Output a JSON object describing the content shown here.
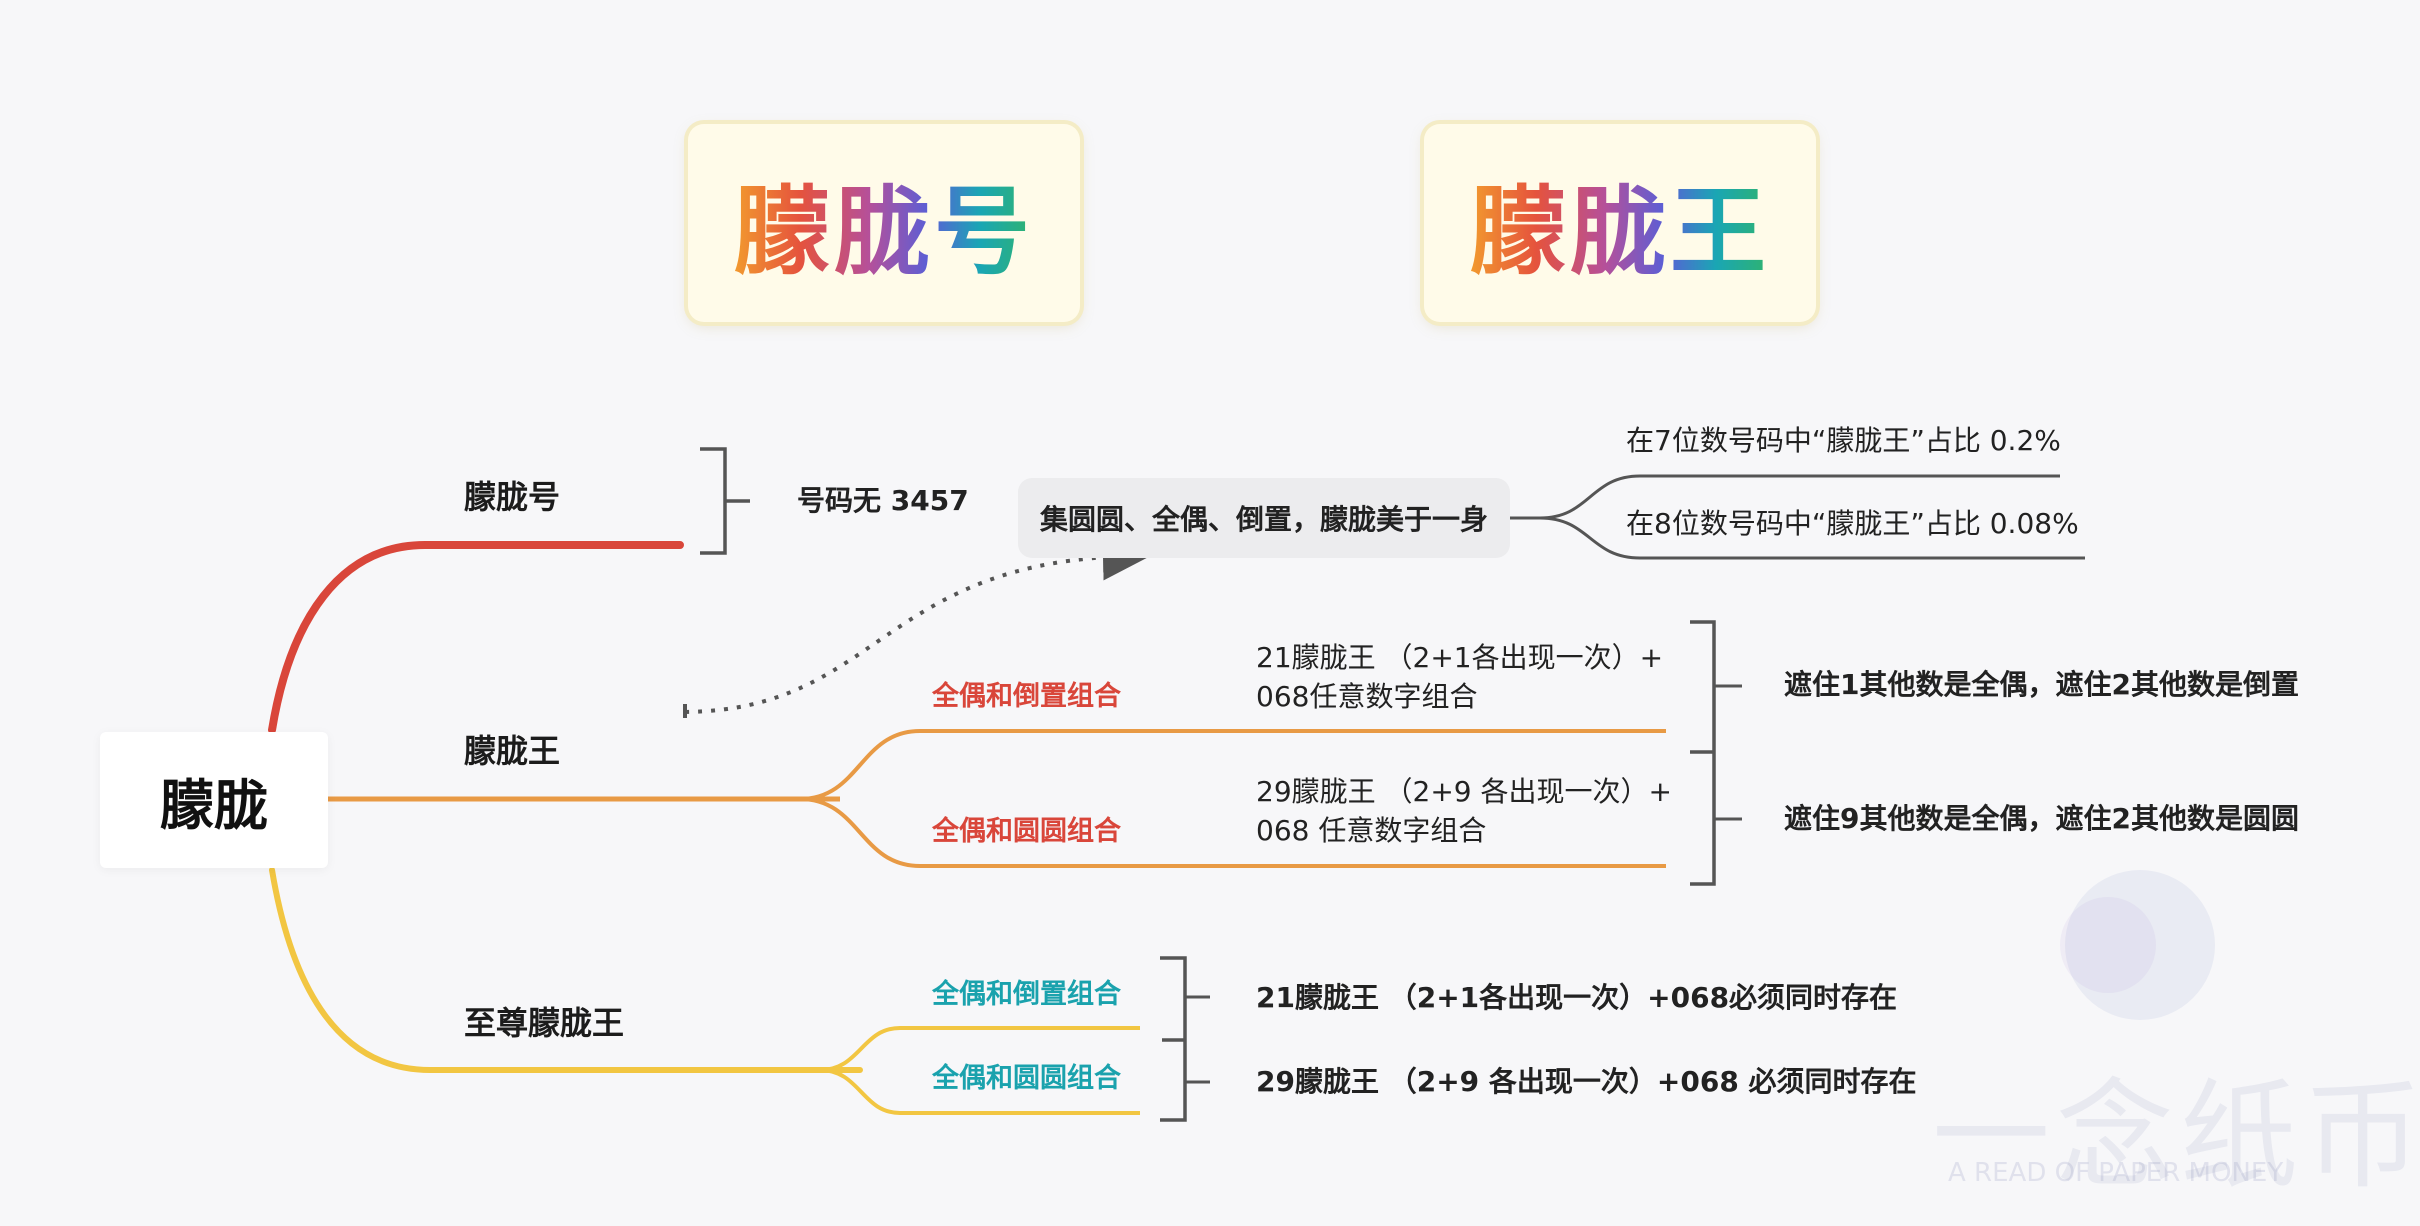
{
  "cards": {
    "card1_title": "朦胧号",
    "card2_title": "朦胧王"
  },
  "root": {
    "label": "朦胧"
  },
  "branches": {
    "b1": {
      "label": "朦胧号",
      "desc": "号码无 3457"
    },
    "b2": {
      "label": "朦胧王",
      "summary": "集圆圆、全偶、倒置，朦胧美于一身",
      "stats": [
        "在7位数号码中“朦胧王”占比 0.2%",
        "在8位数号码中“朦胧王”占比 0.08%"
      ],
      "sub1": {
        "label": "全偶和倒置组合",
        "desc_line1": "21朦胧王 （2+1各出现一次）+",
        "desc_line2": "068任意数字组合"
      },
      "sub2": {
        "label": "全偶和圆圆组合",
        "desc_line1": "29朦胧王 （2+9 各出现一次）+",
        "desc_line2": "068 任意数字组合"
      },
      "note1": "遮住1其他数是全偶，遮住2其他数是倒置",
      "note2": "遮住9其他数是全偶，遮住2其他数是圆圆"
    },
    "b3": {
      "label": "至尊朦胧王",
      "sub1": {
        "label": "全偶和倒置组合",
        "desc": "21朦胧王 （2+1各出现一次）+068必须同时存在"
      },
      "sub2": {
        "label": "全偶和圆圆组合",
        "desc": "29朦胧王 （2+9 各出现一次）+068 必须同时存在"
      }
    }
  },
  "watermark": {
    "cn": "一念纸币",
    "en": "A READ OF PAPER MONEY"
  },
  "colors": {
    "red": "#d9463a",
    "orange": "#e89a45",
    "yellow": "#f2c642",
    "teal": "#1aa2ad",
    "bracket": "#555555"
  }
}
